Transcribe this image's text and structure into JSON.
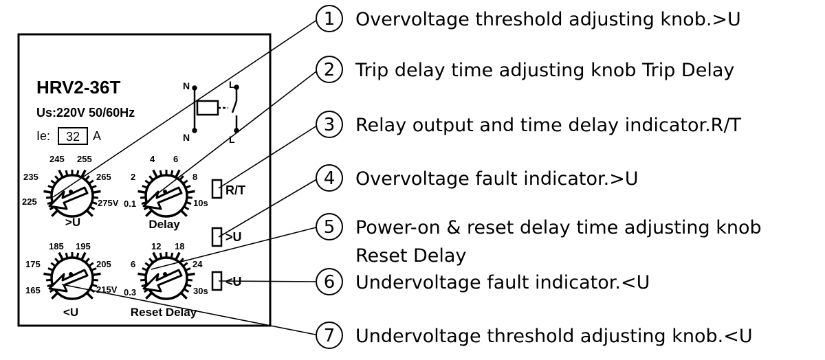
{
  "device": {
    "model": "HRV2-36T",
    "supply": "Us:220V 50/60Hz",
    "current_label": "Ie:",
    "current_value": "32",
    "current_unit": "A",
    "relay_symbol": {
      "n": "N",
      "l": "L"
    }
  },
  "knobs": {
    "overvoltage": {
      "label": ">U",
      "scale": [
        "225",
        "235",
        "245",
        "255",
        "265",
        "275V"
      ]
    },
    "delay": {
      "label": "Delay",
      "scale": [
        "0.1",
        "2",
        "4",
        "6",
        "8",
        "10s"
      ]
    },
    "undervoltage": {
      "label": "<U",
      "scale": [
        "165",
        "175",
        "185",
        "195",
        "205",
        "215V"
      ]
    },
    "reset_delay": {
      "label": "Reset Delay",
      "scale": [
        "0.3",
        "6",
        "12",
        "18",
        "24",
        "30s"
      ]
    }
  },
  "indicators": {
    "rt": "R/T",
    "over": ">U",
    "under": "<U"
  },
  "callouts": [
    {
      "num": "1",
      "text": "Overvoltage threshold adjusting knob.>U"
    },
    {
      "num": "2",
      "text": "Trip delay time adjusting knob Trip Delay"
    },
    {
      "num": "3",
      "text": "Relay output and time delay indicator.R/T"
    },
    {
      "num": "4",
      "text": "Overvoltage fault indicator.>U"
    },
    {
      "num": "5",
      "text": "Power-on & reset delay time adjusting knob",
      "text2": "Reset Delay"
    },
    {
      "num": "6",
      "text": "Undervoltage fault indicator.<U"
    },
    {
      "num": "7",
      "text": "Undervoltage threshold adjusting knob.<U"
    }
  ]
}
